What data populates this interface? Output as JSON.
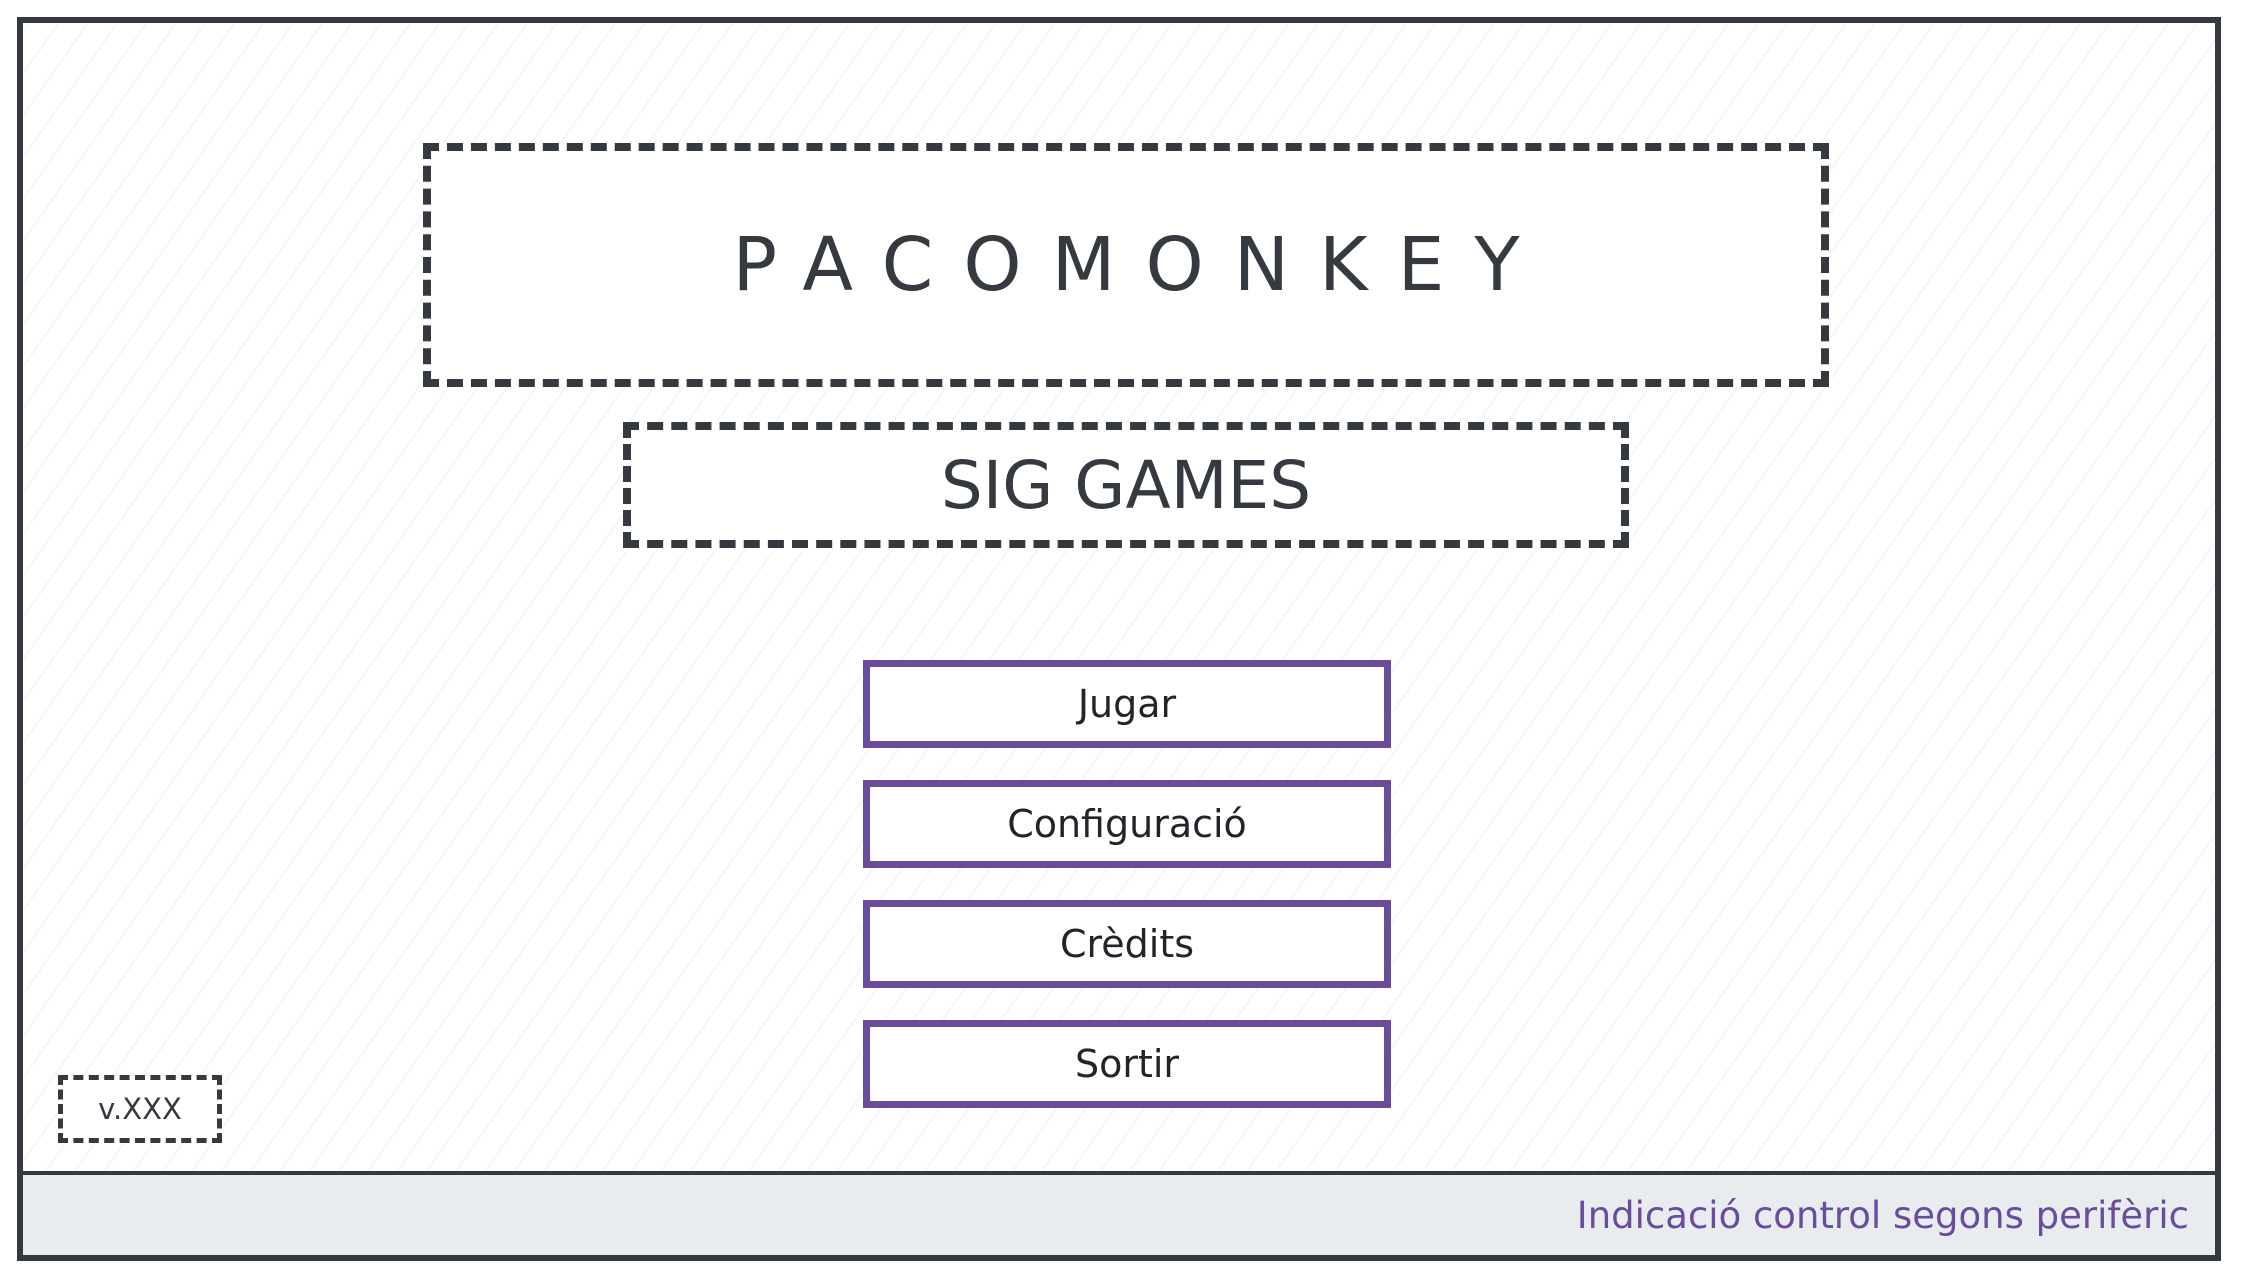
{
  "game": {
    "title": "PACOMONKEY",
    "studio": "SIG GAMES"
  },
  "menu": {
    "items": [
      {
        "label": "Jugar"
      },
      {
        "label": "Configuració"
      },
      {
        "label": "Crèdits"
      },
      {
        "label": "Sortir"
      }
    ]
  },
  "version": {
    "label": "v.XXX"
  },
  "footer": {
    "hint": "Indicació control segons perifèric"
  },
  "colors": {
    "accent": "#6a4c9c",
    "border": "#343a40",
    "footer_bg": "#e9ecef"
  }
}
